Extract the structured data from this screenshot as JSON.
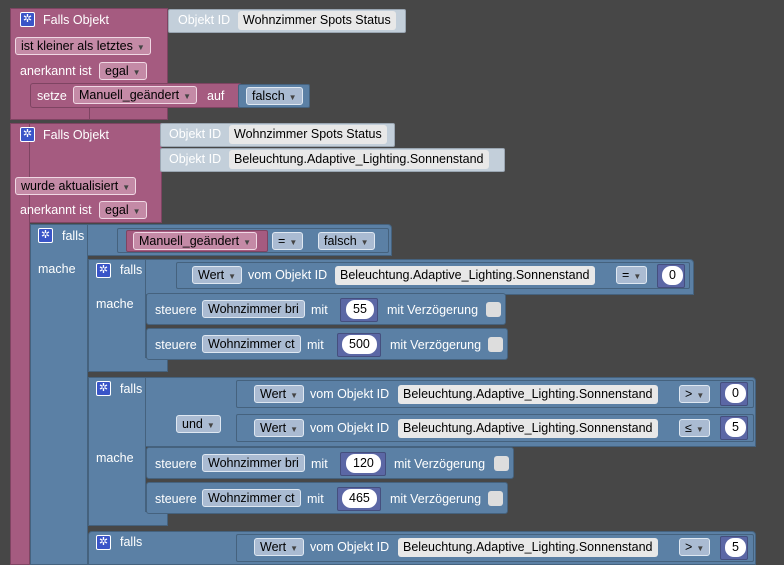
{
  "ev1": {
    "title": "Falls Objekt",
    "obj_id": "Objekt ID",
    "obj_val": "Wohnzimmer Spots Status",
    "cond": "ist kleiner als letztes",
    "ack_label": "anerkannt ist",
    "ack_val": "egal",
    "set_label": "setze",
    "set_var": "Manuell_geändert",
    "auf": "auf",
    "set_val": "falsch"
  },
  "ev2": {
    "title": "Falls Objekt",
    "obj_id1": "Objekt ID",
    "obj_val1": "Wohnzimmer Spots Status",
    "obj_id2": "Objekt ID",
    "obj_val2": "Beleuchtung.Adaptive_Lighting.Sonnenstand",
    "cond": "wurde aktualisiert",
    "ack_label": "anerkannt ist",
    "ack_val": "egal"
  },
  "if1": {
    "falls": "falls",
    "var": "Manuell_geändert",
    "op": "=",
    "val": "falsch",
    "mache": "mache"
  },
  "if2": {
    "falls": "falls",
    "wert": "Wert",
    "vom": "vom Objekt ID",
    "obj": "Beleuchtung.Adaptive_Lighting.Sonnenstand",
    "op": "=",
    "num": "0",
    "mache": "mache",
    "s1": {
      "steuere": "steuere",
      "target": "Wohnzimmer bri",
      "mit": "mit",
      "val": "55",
      "delay": "mit Verzögerung"
    },
    "s2": {
      "steuere": "steuere",
      "target": "Wohnzimmer ct",
      "mit": "mit",
      "val": "500",
      "delay": "mit Verzögerung"
    }
  },
  "if3": {
    "falls": "falls",
    "und": "und",
    "mache": "mache",
    "c1": {
      "wert": "Wert",
      "vom": "vom Objekt ID",
      "obj": "Beleuchtung.Adaptive_Lighting.Sonnenstand",
      "op": ">",
      "num": "0"
    },
    "c2": {
      "wert": "Wert",
      "vom": "vom Objekt ID",
      "obj": "Beleuchtung.Adaptive_Lighting.Sonnenstand",
      "op": "≤",
      "num": "5"
    },
    "s1": {
      "steuere": "steuere",
      "target": "Wohnzimmer bri",
      "mit": "mit",
      "val": "120",
      "delay": "mit Verzögerung"
    },
    "s2": {
      "steuere": "steuere",
      "target": "Wohnzimmer ct",
      "mit": "mit",
      "val": "465",
      "delay": "mit Verzögerung"
    }
  },
  "if4": {
    "falls": "falls",
    "wert": "Wert",
    "vom": "vom Objekt ID",
    "obj": "Beleuchtung.Adaptive_Lighting.Sonnenstand",
    "op": ">",
    "num": "5"
  }
}
